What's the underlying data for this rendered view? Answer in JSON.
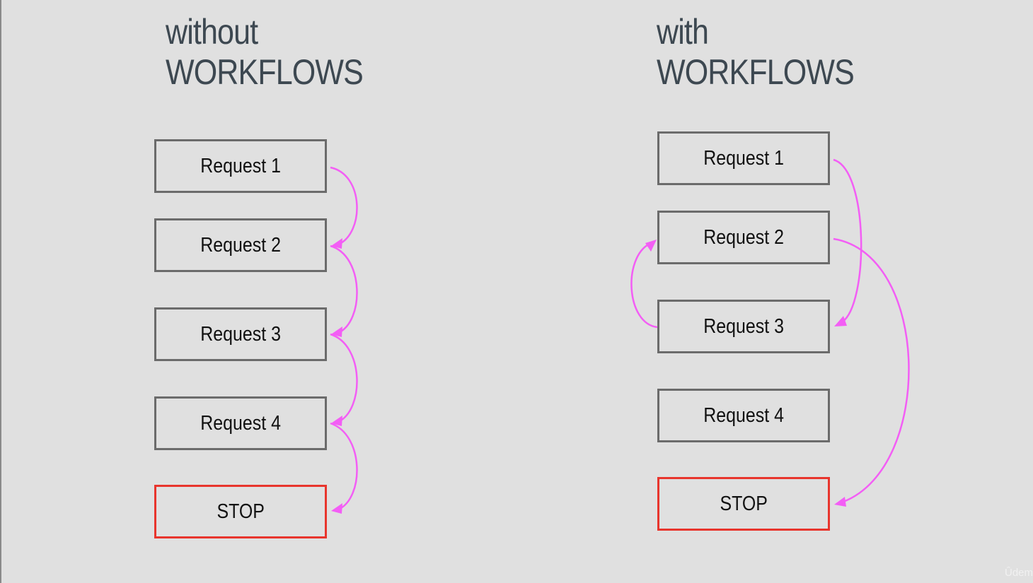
{
  "left": {
    "heading_line1": "without",
    "heading_line2": "WORKFLOWS",
    "boxes": [
      "Request 1",
      "Request 2",
      "Request 3",
      "Request 4",
      "STOP"
    ]
  },
  "right": {
    "heading_line1": "with",
    "heading_line2": "WORKFLOWS",
    "boxes": [
      "Request 1",
      "Request 2",
      "Request 3",
      "Request 4",
      "STOP"
    ]
  },
  "colors": {
    "background": "#e0e0e0",
    "heading": "#3d4851",
    "box_border": "#6b6b6b",
    "stop_border": "#e8352d",
    "arrow": "#f35ef5"
  },
  "flows": {
    "without": [
      {
        "from": "Request 1",
        "to": "Request 2"
      },
      {
        "from": "Request 2",
        "to": "Request 3"
      },
      {
        "from": "Request 3",
        "to": "Request 4"
      },
      {
        "from": "Request 4",
        "to": "STOP"
      }
    ],
    "with": [
      {
        "from": "Request 1",
        "to": "Request 3"
      },
      {
        "from": "Request 3",
        "to": "Request 2"
      },
      {
        "from": "Request 2",
        "to": "STOP"
      }
    ]
  },
  "watermark": "Ûdem"
}
